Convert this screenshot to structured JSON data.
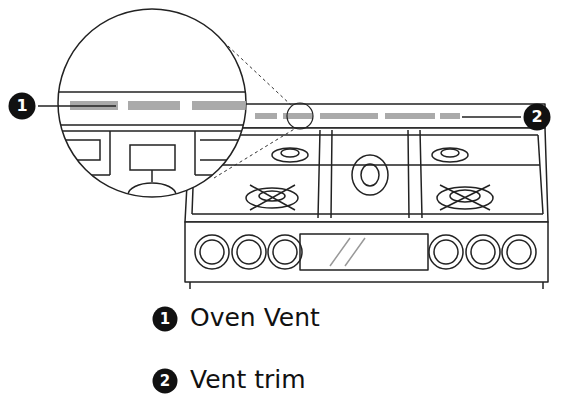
{
  "diagram": {
    "nodes": [
      {
        "text": [
          "1"
        ]
      },
      {
        "text": [
          "2"
        ]
      },
      {
        "text": [
          "1"
        ]
      },
      {
        "text": [
          "2"
        ]
      }
    ],
    "labels": [
      "Oven Vent",
      "Vent trim"
    ]
  }
}
